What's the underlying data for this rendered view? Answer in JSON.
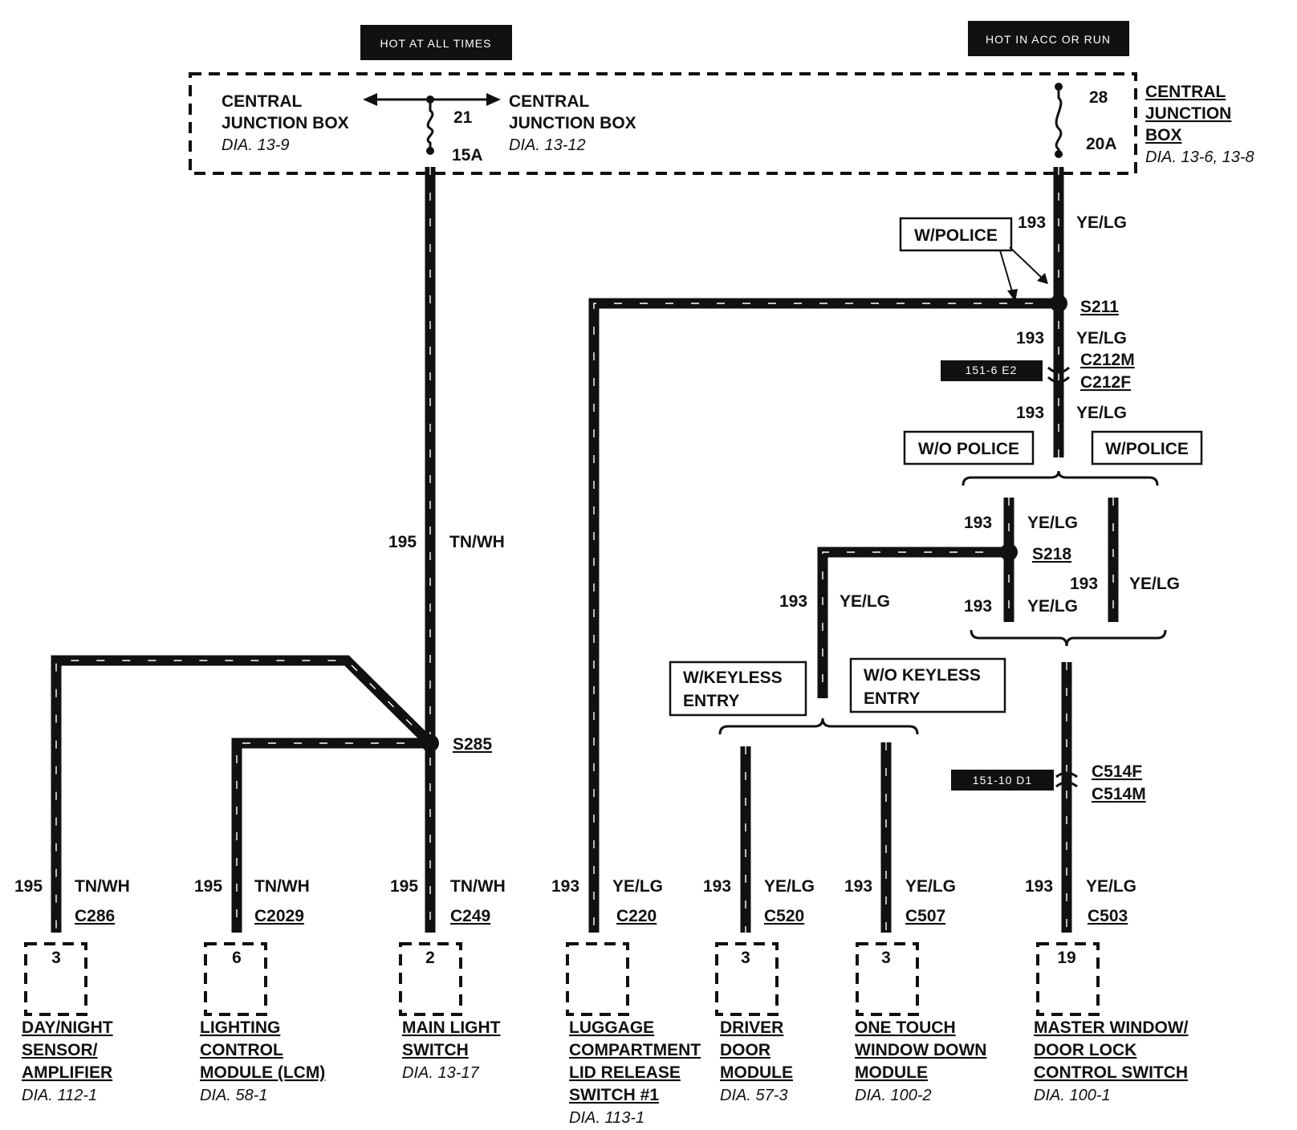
{
  "headers": {
    "hot_always": "HOT AT ALL TIMES",
    "hot_acc_run": "HOT IN ACC OR RUN",
    "ref_c212": "151-6 E2",
    "ref_c514": "151-10 D1"
  },
  "cjb_left": {
    "line1": "CENTRAL",
    "line2": "JUNCTION BOX",
    "dia": "DIA. 13-9"
  },
  "cjb_mid": {
    "line1": "CENTRAL",
    "line2": "JUNCTION BOX",
    "dia": "DIA. 13-12"
  },
  "cjb_right": {
    "line1": "CENTRAL",
    "line2": "JUNCTION",
    "line3": "BOX",
    "dia": "DIA. 13-6, 13-8"
  },
  "fuse_left": {
    "num": "21",
    "amps": "15A"
  },
  "fuse_right": {
    "num": "28",
    "amps": "20A"
  },
  "options": {
    "w_police_top": "W/POLICE",
    "wo_police": "W/O POLICE",
    "w_police": "W/POLICE",
    "w_keyless1": "W/KEYLESS",
    "w_keyless2": "ENTRY",
    "wo_keyless1": "W/O KEYLESS",
    "wo_keyless2": "ENTRY"
  },
  "splices": {
    "s211": "S211",
    "s218": "S218",
    "s285": "S285"
  },
  "connectors": {
    "c212m": "C212M",
    "c212f": "C212F",
    "c514f": "C514F",
    "c514m": "C514M",
    "c286": "C286",
    "c2029": "C2029",
    "c249": "C249",
    "c220": "C220",
    "c520": "C520",
    "c507": "C507",
    "c503": "C503"
  },
  "circuits": {
    "c193": "193",
    "yelg": "YE/LG",
    "c195": "195",
    "tnwh": "TN/WH"
  },
  "pins": {
    "p1": "3",
    "p2": "6",
    "p3": "2",
    "p5": "3",
    "p6": "3",
    "p7": "19"
  },
  "components": {
    "day_night": {
      "l1": "DAY/NIGHT",
      "l2": "SENSOR/",
      "l3": "AMPLIFIER",
      "dia": "DIA. 112-1"
    },
    "lcm": {
      "l1": "LIGHTING",
      "l2": "CONTROL",
      "l3": "MODULE (LCM)",
      "dia": "DIA. 58-1"
    },
    "main_light": {
      "l1": "MAIN LIGHT",
      "l2": "SWITCH",
      "dia": "DIA. 13-17"
    },
    "luggage": {
      "l1": "LUGGAGE",
      "l2": "COMPARTMENT",
      "l3": "LID RELEASE",
      "l4": "SWITCH #1",
      "dia": "DIA. 113-1"
    },
    "driver_door": {
      "l1": "DRIVER",
      "l2": "DOOR",
      "l3": "MODULE",
      "dia": "DIA. 57-3"
    },
    "one_touch": {
      "l1": "ONE TOUCH",
      "l2": "WINDOW DOWN",
      "l3": "MODULE",
      "dia": "DIA. 100-2"
    },
    "master_window": {
      "l1": "MASTER WINDOW/",
      "l2": "DOOR LOCK",
      "l3": "CONTROL SWITCH",
      "dia": "DIA. 100-1"
    }
  }
}
